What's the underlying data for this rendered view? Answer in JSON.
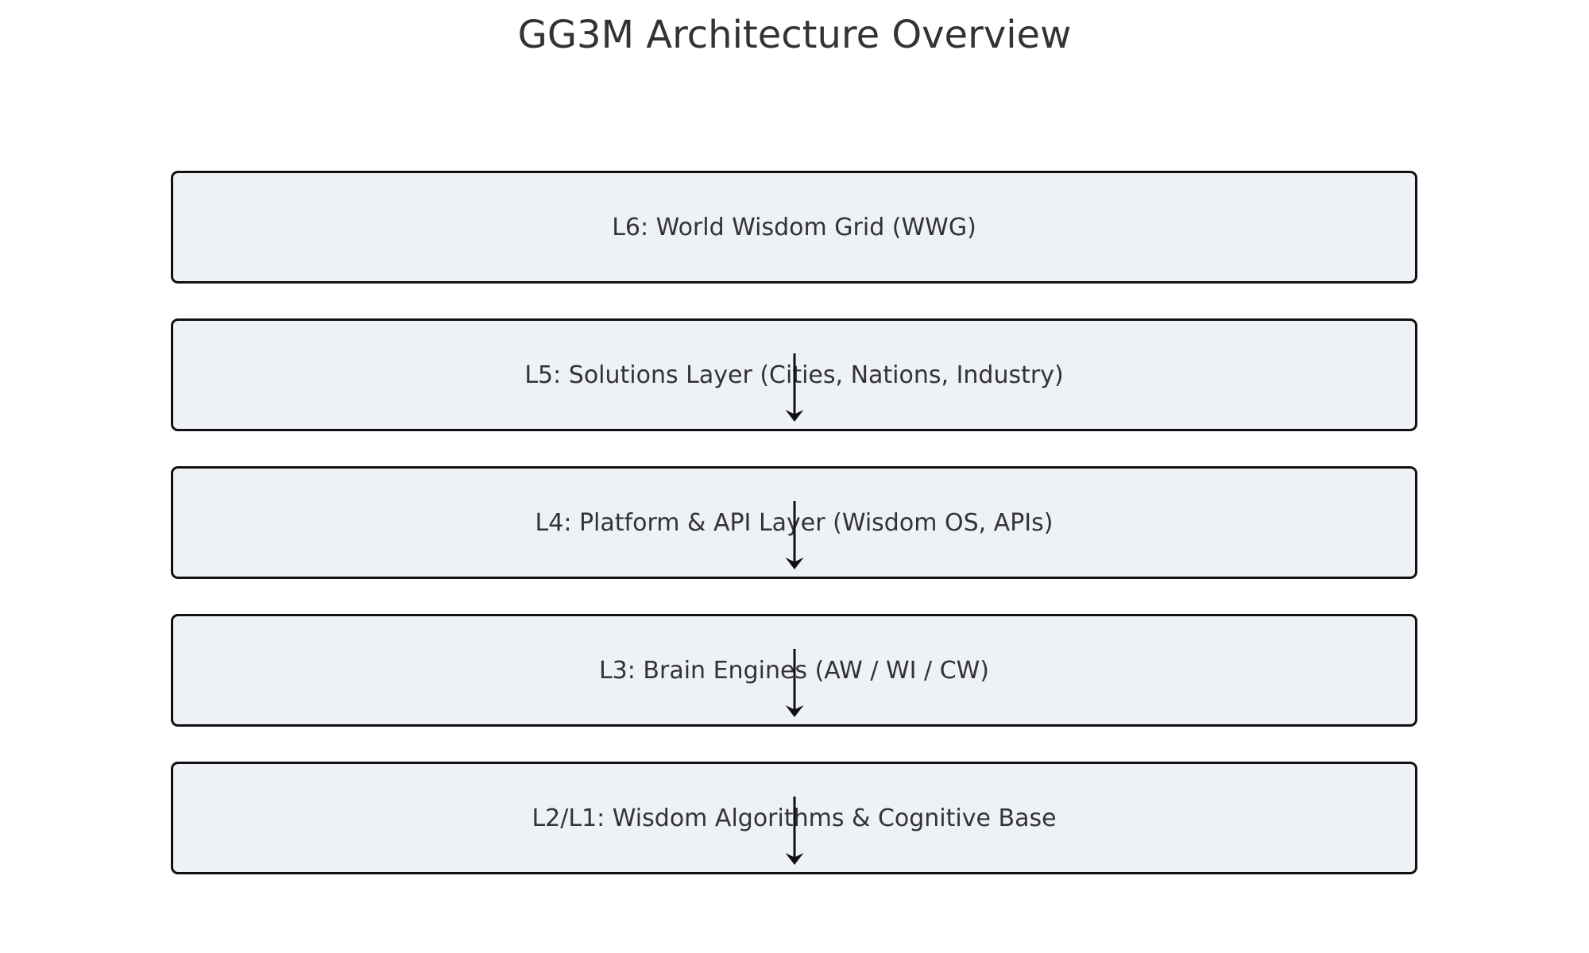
{
  "title": "GG3M Architecture Overview",
  "diagram": {
    "type": "layer-stack",
    "description": "Vertical stack of architecture layers, top layer L6 down to base L2/L1, with downward arrows drawn through layers 2-5",
    "layers": [
      {
        "id": "L6",
        "label": "L6: World Wisdom Grid (WWG)",
        "arrow_inside": false
      },
      {
        "id": "L5",
        "label": "L5: Solutions Layer (Cities, Nations, Industry)",
        "arrow_inside": true
      },
      {
        "id": "L4",
        "label": "L4: Platform & API Layer (Wisdom OS, APIs)",
        "arrow_inside": true
      },
      {
        "id": "L3",
        "label": "L3: Brain Engines (AW / WI / CW)",
        "arrow_inside": true
      },
      {
        "id": "L2L1",
        "label": "L2/L1: Wisdom Algorithms & Cognitive Base",
        "arrow_inside": true
      }
    ],
    "colors": {
      "background": "#ffffff",
      "box_fill": "#eef1f6",
      "box_border": "#111111",
      "text": "#333333",
      "arrow": "#111111"
    }
  }
}
